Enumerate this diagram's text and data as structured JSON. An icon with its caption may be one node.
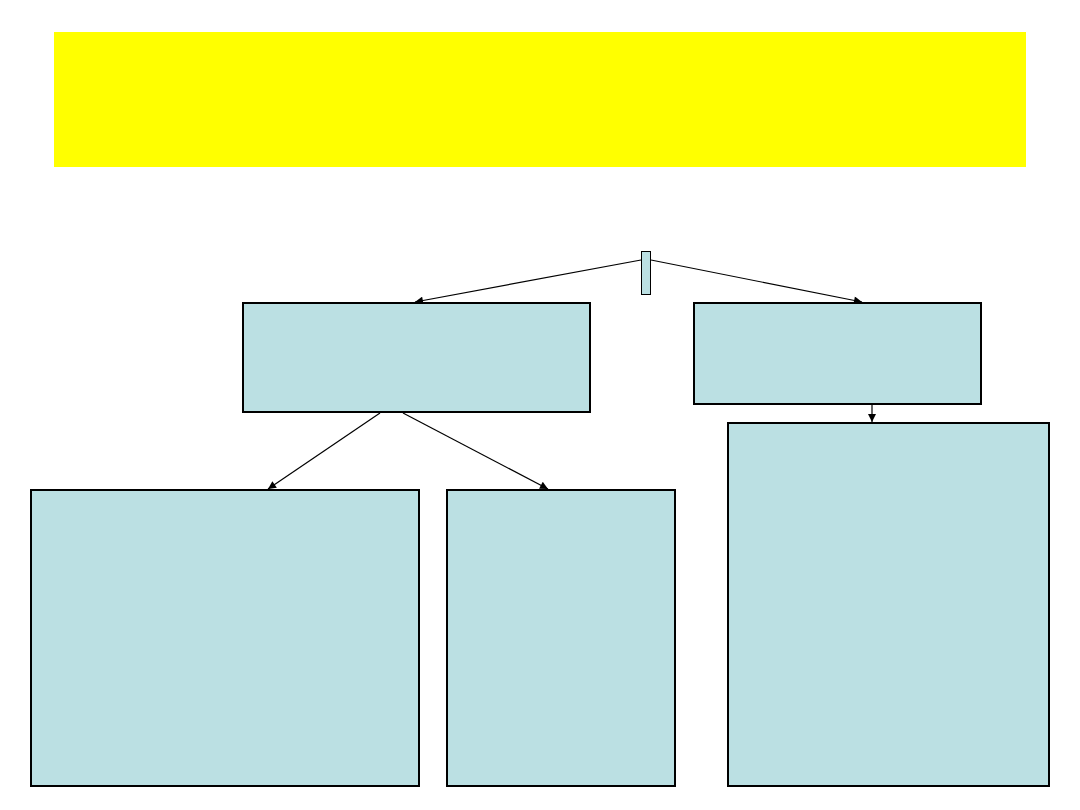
{
  "diagram": {
    "nodes": [
      {
        "text": [],
        "shape": "box"
      },
      {
        "text": [],
        "shape": "box"
      },
      {
        "text": [],
        "shape": "box"
      },
      {
        "text": [],
        "shape": "box"
      },
      {
        "text": [],
        "shape": "box"
      },
      {
        "text": [],
        "shape": "box"
      },
      {
        "text": [],
        "shape": "box"
      }
    ],
    "edges": [
      {
        "from": 1,
        "to": 2,
        "arrow": "to"
      },
      {
        "from": 1,
        "to": 3,
        "arrow": "to"
      },
      {
        "from": 2,
        "to": 4,
        "arrow": "to"
      },
      {
        "from": 2,
        "to": 5,
        "arrow": "to"
      },
      {
        "from": 3,
        "to": 6,
        "arrow": "to"
      }
    ]
  }
}
